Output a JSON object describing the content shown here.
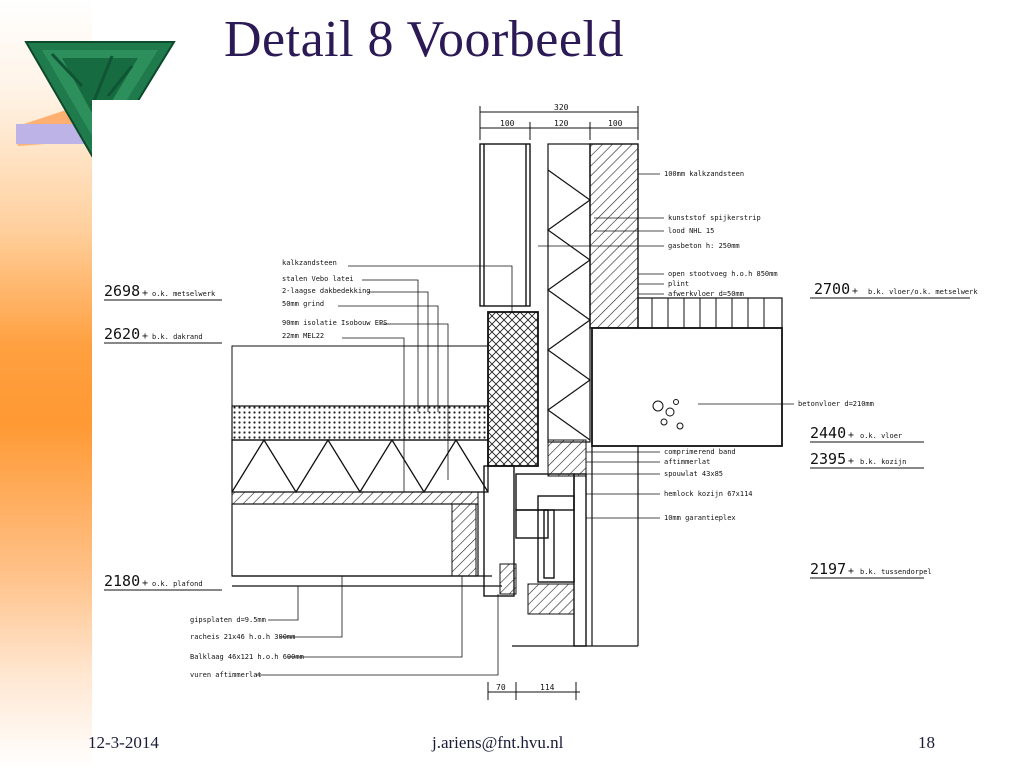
{
  "slide": {
    "title": "Detail 8 Voorbeeld",
    "footer_date": "12-3-2014",
    "footer_email": "j.ariens@fnt.hvu.nl",
    "footer_page": "18"
  },
  "drawing": {
    "dimensions_top": {
      "total": "320",
      "part1": "100",
      "part2": "120",
      "part3": "100"
    },
    "dimensions_bottom": {
      "part1": "70",
      "part2": "114"
    },
    "levels_left": [
      {
        "value": "2698",
        "sign": "+",
        "label": "o.k. metselwerk"
      },
      {
        "value": "2620",
        "sign": "+",
        "label": "b.k. dakrand"
      },
      {
        "value": "2180",
        "sign": "+",
        "label": "o.k. plafond"
      }
    ],
    "levels_right": [
      {
        "value": "2700",
        "sign": "+",
        "label": "b.k. vloer/o.k. metselwerk"
      },
      {
        "value": "2440",
        "sign": "+",
        "label": "o.k. vloer"
      },
      {
        "value": "2395",
        "sign": "+",
        "label": "b.k. kozijn"
      },
      {
        "value": "2197",
        "sign": "+",
        "label": "b.k. tussendorpel"
      }
    ],
    "labels_left_top": [
      "kalkzandsteen",
      "stalen Vebo latei",
      "2-laagse dakbedekking",
      "50mm grind",
      "90mm isolatie Isobouw EPS",
      "22mm MEL22"
    ],
    "labels_right": [
      "100mm kalkzandsteen",
      "kunststof spijkerstrip",
      "lood NHL 15",
      "gasbeton h: 250mm",
      "open stootvoeg h.o.h 850mm",
      "plint",
      "afwerkvloer d=50mm",
      "betonvloer d=210mm",
      "comprimerend band",
      "aftimmerlat",
      "spouwlat 43x85",
      "hemlock kozijn 67x114",
      "10mm garantieplex"
    ],
    "labels_left_bottom": [
      "gipsplaten d=9.5mm",
      "racheis 21x46 h.o.h 300mm",
      "Balklaag 46x121 h.o.h 600mm",
      "vuren aftimmerlat"
    ]
  },
  "colors": {
    "title": "#2b1a55",
    "band_orange": "#ff9933",
    "logo_green": "#1f7a4c",
    "bar_purple": "#bdb3e6"
  }
}
